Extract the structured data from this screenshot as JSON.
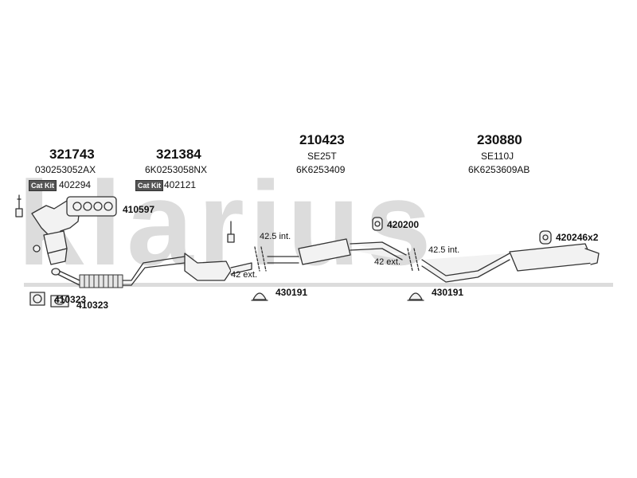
{
  "watermark": "klarius",
  "columns": [
    {
      "part_number": "321743",
      "code": "030253052AX",
      "catkit_label": "Cat Kit",
      "catkit_number": "402294"
    },
    {
      "part_number": "321384",
      "code": "6K0253058NX",
      "catkit_label": "Cat Kit",
      "catkit_number": "402121"
    },
    {
      "part_number": "210423",
      "code": "SE25T",
      "ref": "6K6253409"
    },
    {
      "part_number": "230880",
      "code": "SE110J",
      "ref": "6K6253609AB"
    }
  ],
  "callouts": {
    "gasket_410597": "410597",
    "ring_410323_a": "410323",
    "ring_410323_b": "410323",
    "rubber_420200": "420200",
    "rubber_420246": "420246x2",
    "clamp_430191_a": "430191",
    "clamp_430191_b": "430191"
  },
  "dimensions": {
    "int_left": "42.5 int.",
    "ext_left": "42 ext.",
    "int_right": "42.5 int.",
    "ext_right": "42 ext."
  },
  "colors": {
    "line": "#333333",
    "fill": "#f2f2f2",
    "watermark": "#dcdcdc"
  }
}
